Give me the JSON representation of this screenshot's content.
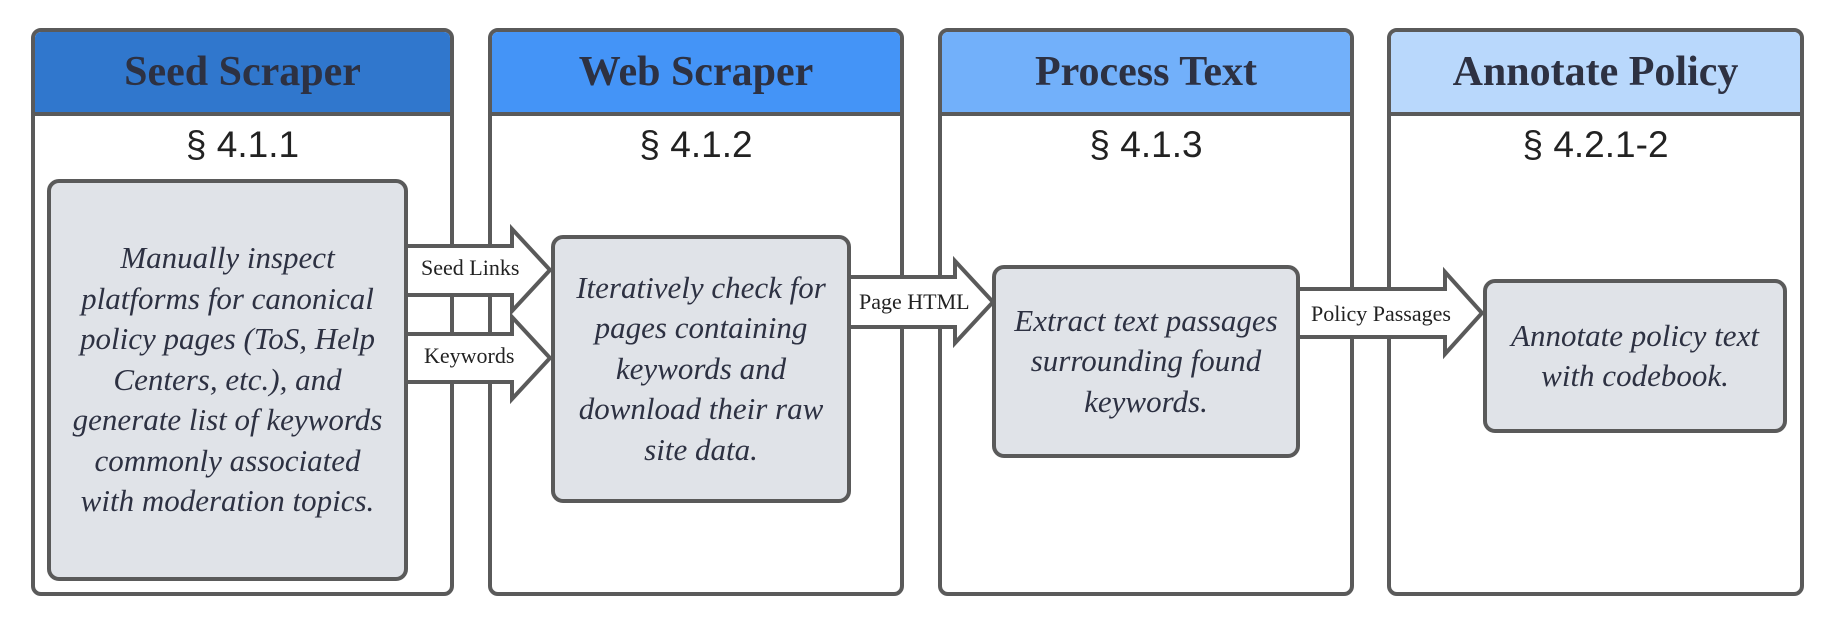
{
  "panels": [
    {
      "title": "Seed Scraper",
      "section": "§ 4.1.1",
      "header_color": "#3077cd",
      "step": "Manually inspect platforms for canonical policy pages (ToS, Help Centers, etc.), and generate list of keywords commonly associated with moderation topics."
    },
    {
      "title": "Web Scraper",
      "section": "§ 4.1.2",
      "header_color": "#4494f7",
      "step": "Iteratively check for pages containing keywords and download their raw site data."
    },
    {
      "title": "Process Text",
      "section": "§ 4.1.3",
      "header_color": "#72b0fa",
      "step": "Extract text passages surrounding found keywords."
    },
    {
      "title": "Annotate Policy",
      "section": "§ 4.2.1-2",
      "header_color": "#b9d8fc",
      "step": "Annotate policy text with codebook."
    }
  ],
  "arrows": {
    "seed_links": "Seed Links",
    "keywords": "Keywords",
    "page_html": "Page HTML",
    "policy_passages": "Policy Passages"
  },
  "colors": {
    "border": "#5a5a5a",
    "step_fill": "#e0e3e8",
    "title_text": "#2d3142"
  }
}
